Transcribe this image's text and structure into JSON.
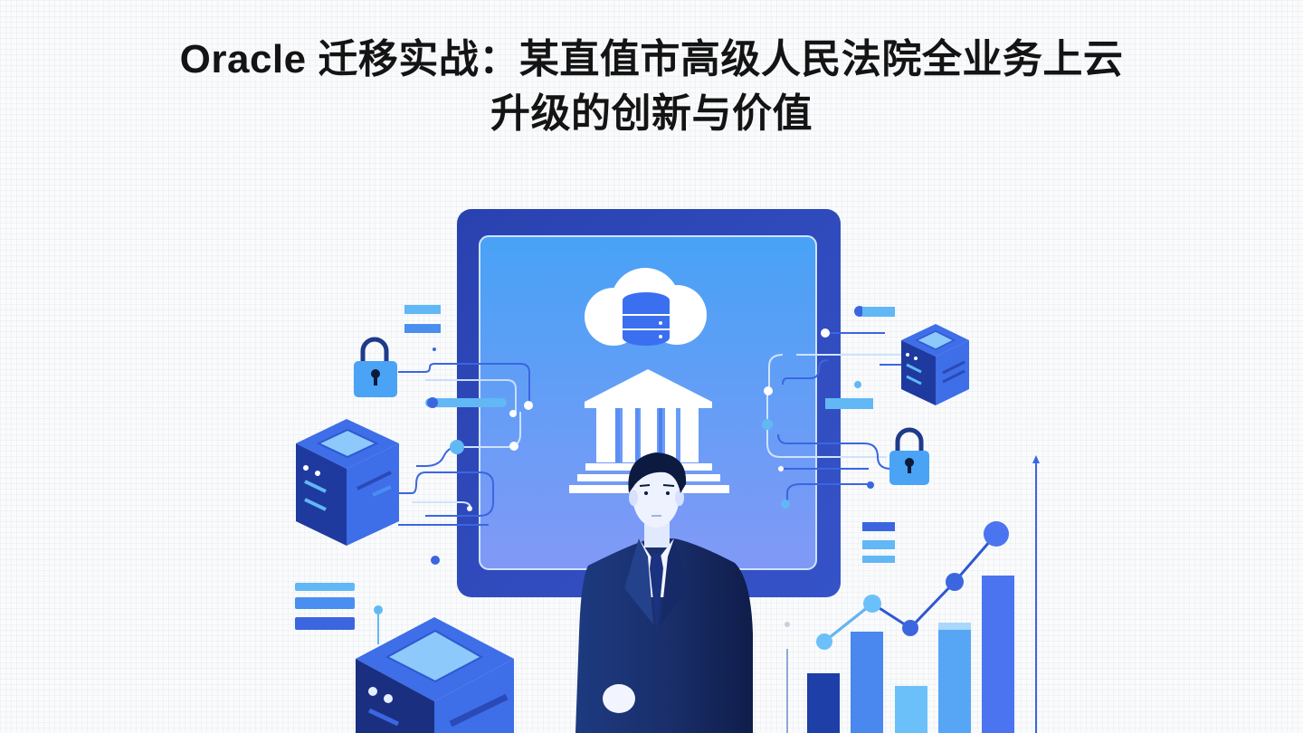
{
  "title": {
    "line1": "Oracle 迁移实战：某直值市高级人民法院全业务上云",
    "line2": "升级的创新与价值"
  },
  "colors": {
    "background": "#fafbfc",
    "title_text": "#141414",
    "frame_dark": "#2f49b7",
    "screen_top": "#4aa3f5",
    "screen_bottom": "#7f9bf7",
    "accent_light": "#61b8f5",
    "accent_mid": "#4a7ef0",
    "accent_dark": "#1e3aa8",
    "suit": "#1b2f6b"
  },
  "illustration": {
    "central_screen": {
      "icons": [
        "cloud-database-icon",
        "courthouse-icon"
      ]
    },
    "figure": "businessman-in-suit",
    "left_side": [
      "padlock-icon",
      "server-cube-icon",
      "server-cube-icon",
      "menu-lines-icon"
    ],
    "right_side": [
      "server-cube-icon",
      "padlock-icon",
      "menu-lines-icon",
      "growth-chart"
    ]
  },
  "chart_data": {
    "type": "bar",
    "title": "",
    "xlabel": "",
    "ylabel": "",
    "categories": [
      "1",
      "2",
      "3",
      "4",
      "5"
    ],
    "series": [
      {
        "name": "bars",
        "values": [
          30,
          52,
          24,
          60,
          88
        ]
      },
      {
        "name": "trend-line",
        "values": [
          38,
          48,
          40,
          58,
          78
        ]
      }
    ],
    "grid": false,
    "legend": "none",
    "note": "Decorative upward-trending bar + line chart without tick labels; values are relative heights"
  }
}
